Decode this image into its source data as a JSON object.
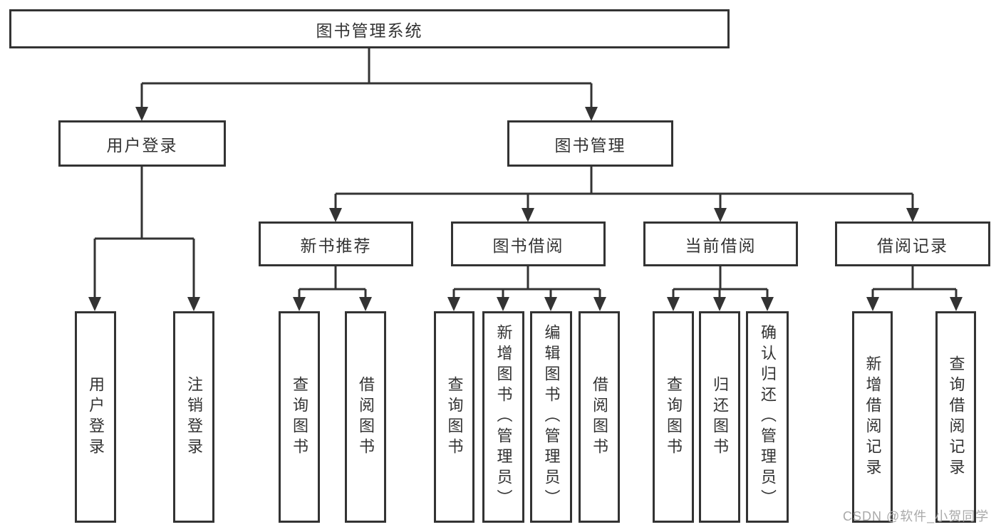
{
  "tree": {
    "root": {
      "label": "图书管理系统"
    },
    "branches": [
      {
        "label": "用户登录",
        "children": [
          {
            "label": "用户登录"
          },
          {
            "label": "注销登录"
          }
        ]
      },
      {
        "label": "图书管理",
        "children": [
          {
            "label": "新书推荐",
            "children": [
              {
                "label": "查询图书"
              },
              {
                "label": "借阅图书"
              }
            ]
          },
          {
            "label": "图书借阅",
            "children": [
              {
                "label": "查询图书"
              },
              {
                "label": "新增图书（管理员）"
              },
              {
                "label": "编辑图书（管理员）"
              },
              {
                "label": "借阅图书"
              }
            ]
          },
          {
            "label": "当前借阅",
            "children": [
              {
                "label": "查询图书"
              },
              {
                "label": "归还图书"
              },
              {
                "label": "确认归还（管理员）"
              }
            ]
          },
          {
            "label": "借阅记录",
            "children": [
              {
                "label": "新增借阅记录"
              },
              {
                "label": "查询借阅记录"
              }
            ]
          }
        ]
      }
    ]
  },
  "watermark": {
    "text": "CSDN @软件_小贺同学"
  },
  "colors": {
    "background": "#ffffff",
    "box_background": "#ffffff",
    "line": "#333333",
    "text": "#333333",
    "watermark": "#a9a9a9"
  }
}
